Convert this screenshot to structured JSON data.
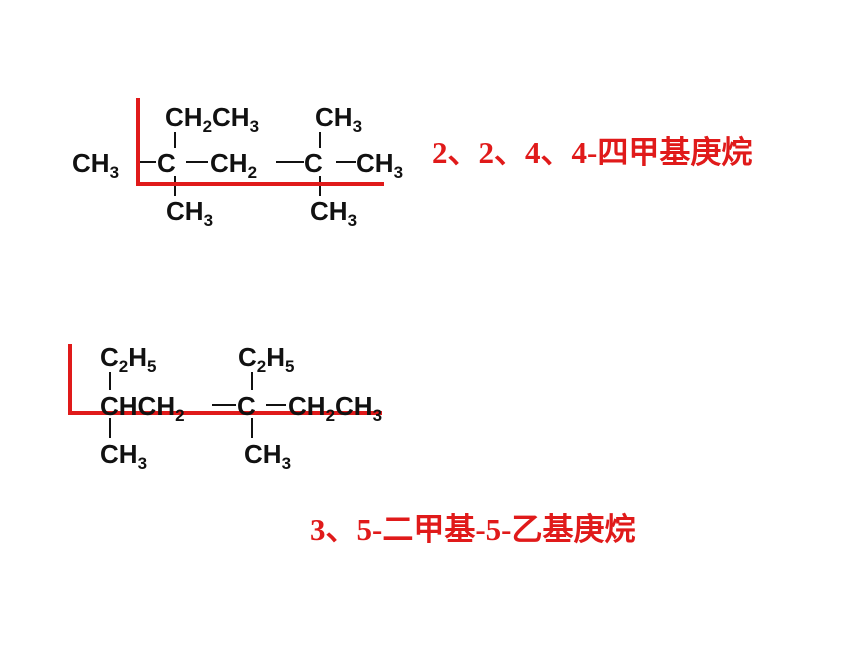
{
  "molecule1": {
    "top_left": {
      "main": "CH",
      "sub": "2",
      "main2": "CH",
      "sub2": "3"
    },
    "top_right": {
      "main": "CH",
      "sub": "3"
    },
    "left_end": {
      "main": "CH",
      "sub": "3"
    },
    "c2": "C",
    "ch2": {
      "main": "CH",
      "sub": "2"
    },
    "c4": "C",
    "right_end": {
      "main": "CH",
      "sub": "3"
    },
    "bottom_left": {
      "main": "CH",
      "sub": "3"
    },
    "bottom_right": {
      "main": "CH",
      "sub": "3"
    },
    "name": "2、2、4、4-四甲基庚烷"
  },
  "molecule2": {
    "top_left": {
      "main": "C",
      "sub": "2",
      "main2": "H",
      "sub2": "5"
    },
    "top_right": {
      "main": "C",
      "sub": "2",
      "main2": "H",
      "sub2": "5"
    },
    "chain_a": {
      "main": "CHCH",
      "sub": "2"
    },
    "c5": "C",
    "chain_b": {
      "main": "CH",
      "sub": "2",
      "main2": "CH",
      "sub2": "3"
    },
    "bottom_left": {
      "main": "CH",
      "sub": "3"
    },
    "bottom_right": {
      "main": "CH",
      "sub": "3"
    },
    "name": "3、5-二甲基-5-乙基庚烷"
  },
  "colors": {
    "marker": "#e01a1a",
    "name_text": "#e01a1a",
    "formula_text": "#111111"
  }
}
